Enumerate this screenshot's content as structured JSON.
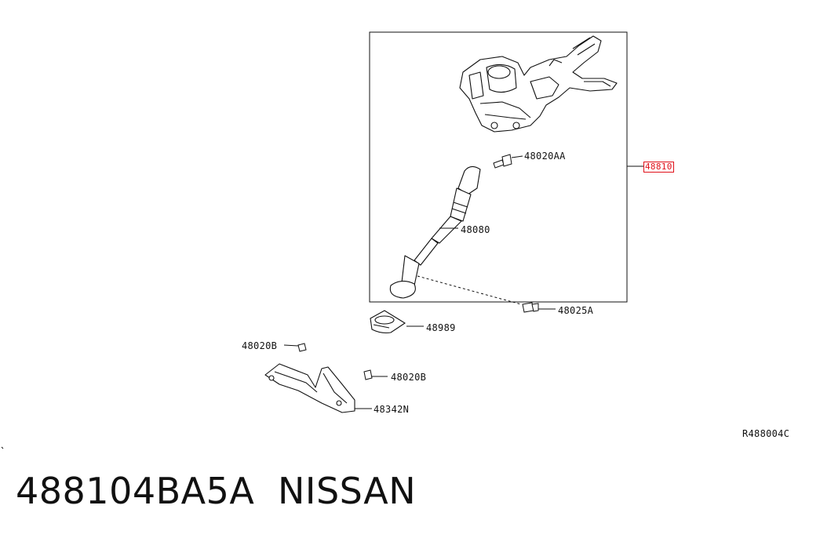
{
  "callouts": {
    "c48810": "48810",
    "c48020AA": "48020AA",
    "c48080": "48080",
    "c48025A": "48025A",
    "c48989": "48989",
    "c48020B_left": "48020B",
    "c48020B_right": "48020B",
    "c48342N": "48342N"
  },
  "drawing_code": "R488004C",
  "footer": {
    "part_number": "488104BA5A",
    "brand": "NISSAN"
  },
  "colors": {
    "highlight": "#e0101a",
    "line": "#111111"
  }
}
